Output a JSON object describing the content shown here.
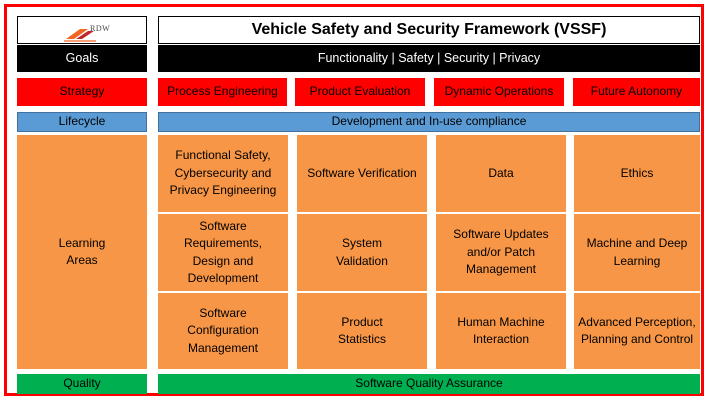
{
  "logo": {
    "text": "RDW",
    "colors": {
      "orange": "#f26522",
      "red": "#c1272d"
    }
  },
  "title": "Vehicle Safety and Security Framework (VSSF)",
  "goals": {
    "label": "Goals",
    "value": "Functionality | Safety | Security | Privacy"
  },
  "strategy": {
    "label": "Strategy",
    "items": [
      "Process Engineering",
      "Product Evaluation",
      "Dynamic Operations",
      "Future Autonomy"
    ]
  },
  "lifecycle": {
    "label": "Lifecycle",
    "value": "Development and In-use compliance"
  },
  "learning_areas": {
    "label": "Learning Areas",
    "rows": [
      [
        "Functional Safety, Cybersecurity and Privacy Engineering",
        "Software Verification",
        "Data",
        "Ethics"
      ],
      [
        "Software Requirements, Design and Development",
        "System Validation",
        "Software Updates and/or Patch Management",
        "Machine and Deep Learning"
      ],
      [
        "Software Configuration Management",
        "Product Statistics",
        "Human Machine Interaction",
        "Advanced Perception, Planning and Control"
      ]
    ]
  },
  "quality": {
    "label": "Quality",
    "value": "Software Quality Assurance"
  },
  "colors": {
    "goals": "#000000",
    "strategy": "#ff0000",
    "lifecycle": "#5b9bd5",
    "learning": "#f79646",
    "quality": "#00b050",
    "frame": "#ff0000"
  }
}
